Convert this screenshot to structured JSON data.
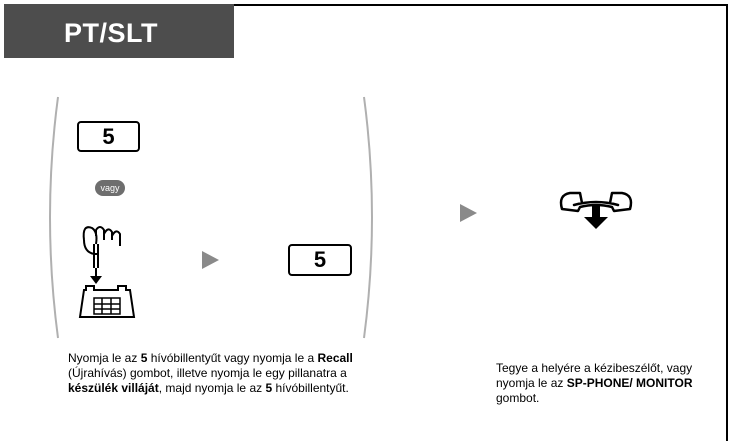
{
  "tab": {
    "label": "PT/SLT"
  },
  "left_group": {
    "key_top": "5",
    "or_label": "vagy",
    "key_bottom": "5",
    "description": {
      "t1": "Nyomja le az ",
      "b1": "5",
      "t2": " hívóbillentyűt vagy nyomja le a ",
      "b2": "Recall",
      "t3": " (Újrahívás) gombot, illetve nyomja le egy pillanatra a ",
      "b3": "készülék villáját",
      "t4": ", majd nyomja le az ",
      "b4": "5",
      "t5": " hívóbillentyűt."
    }
  },
  "right_group": {
    "description": {
      "t1": "Tegye a helyére a kézibeszélőt, vagy nyomja le az ",
      "b1": "SP-PHONE/ MONITOR",
      "t2": " gombot."
    }
  },
  "icons": {
    "hook_flash": "hand-pressing-hookswitch-icon",
    "hang_up": "handset-on-hook-icon",
    "arrow": "gray-triangle-arrow-icon"
  },
  "colors": {
    "tab_bg": "#4d4d4d",
    "arrow": "#8a8a8a",
    "bracket": "#b0b0b0",
    "badge": "#6e6e6e"
  }
}
